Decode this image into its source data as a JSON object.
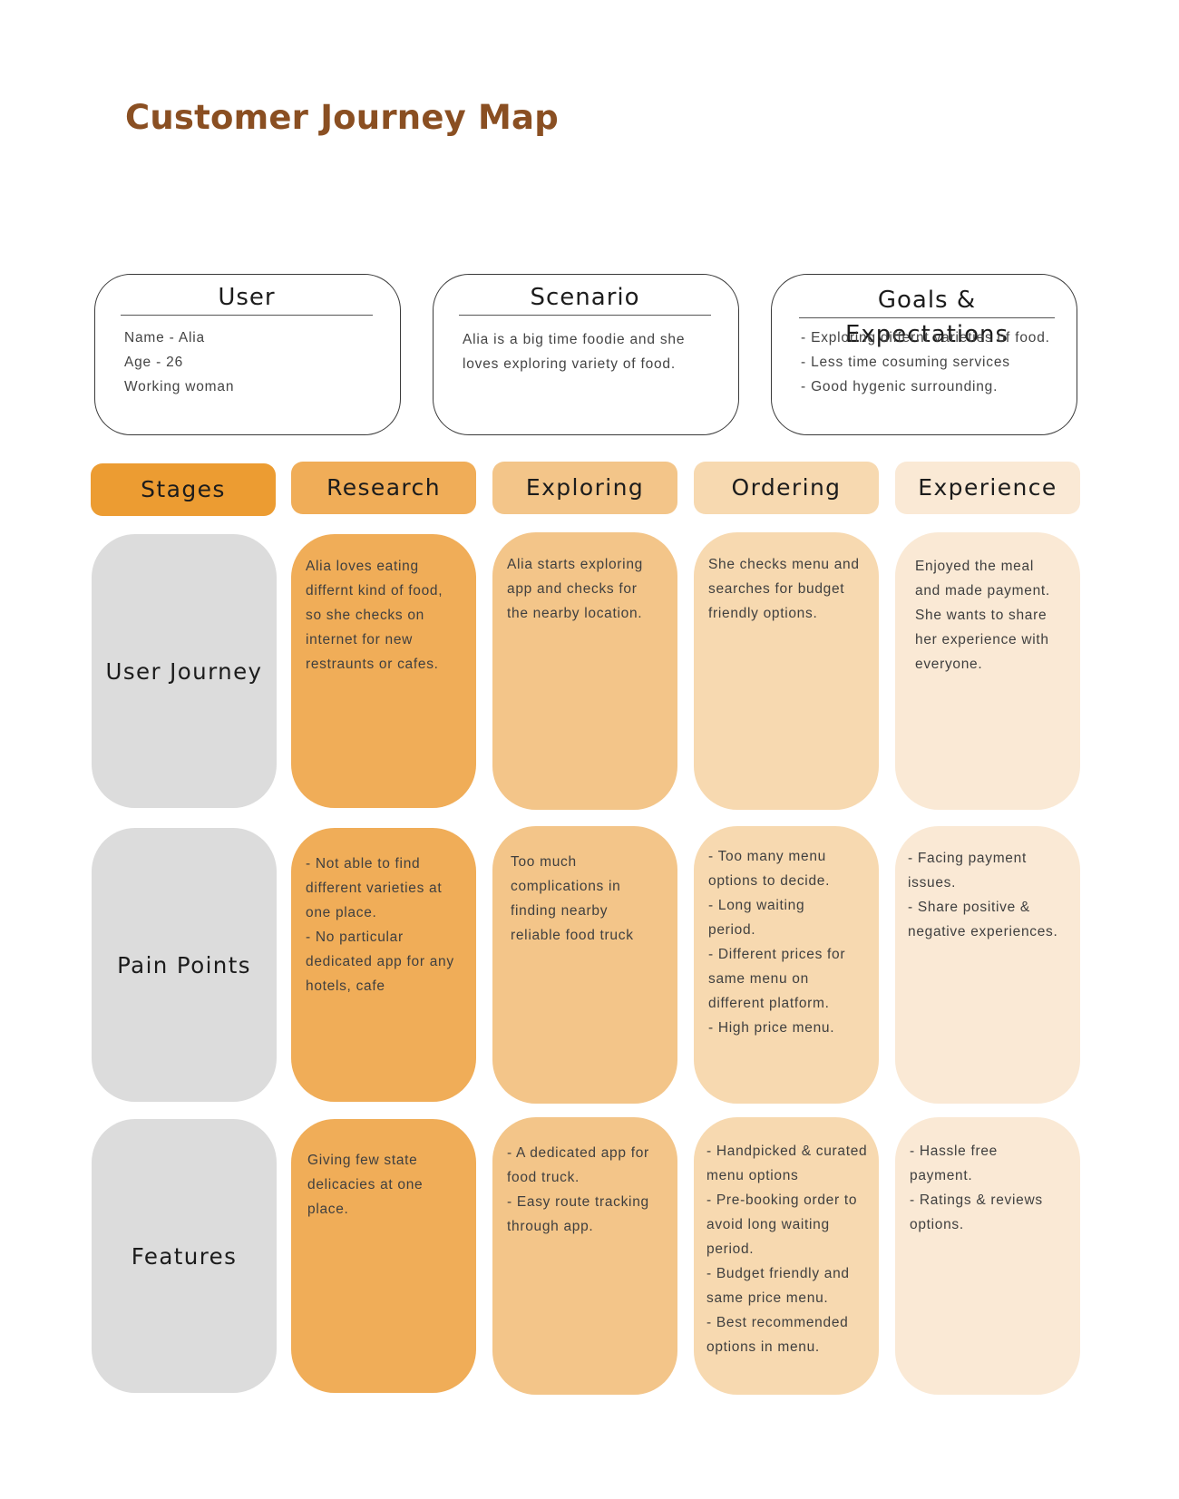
{
  "title": "Customer Journey Map",
  "colors": {
    "title": "#8a4f22",
    "stages_header": "#ec9c32",
    "research": "#f0ad58",
    "exploring": "#f3c589",
    "ordering": "#f7d9b0",
    "experience": "#fae9d5",
    "row_label": "#dcdcdc"
  },
  "cards": [
    {
      "title": "User",
      "lines": [
        "Name - Alia",
        "Age - 26",
        "Working woman"
      ]
    },
    {
      "title": "Scenario",
      "lines": [
        "Alia is a big time foodie and she",
        "loves exploring variety of food."
      ]
    },
    {
      "title": "Goals & Expectations",
      "lines": [
        "- Exploring differnt varieties of food.",
        "- Less time cosuming services",
        "- Good hygenic surrounding."
      ]
    }
  ],
  "stages": [
    "Stages",
    "Research",
    "Exploring",
    "Ordering",
    "Experience"
  ],
  "rows": [
    {
      "label": "User Journey",
      "cells": [
        [
          "Alia loves eating",
          "differnt kind of food,",
          "so she checks on",
          "internet for new",
          "restraunts or cafes."
        ],
        [
          "Alia starts  exploring",
          "app and checks for",
          "the nearby location."
        ],
        [
          "She checks menu and",
          "searches for budget",
          "friendly options."
        ],
        [
          "Enjoyed the meal",
          "and made payment.",
          "She wants to share",
          "her experience with",
          "everyone."
        ]
      ]
    },
    {
      "label": "Pain Points",
      "cells": [
        [
          "- Not able to find",
          "different varieties at",
          "one place.",
          "- No particular",
          "dedicated app for any",
          "hotels, cafe"
        ],
        [
          "Too much",
          "complications in",
          "finding nearby",
          "reliable food truck"
        ],
        [
          "- Too many menu",
          "options to decide.",
          "- Long waiting",
          "period.",
          "- Different prices for",
          "same menu on",
          "different platform.",
          "- High price menu."
        ],
        [
          "- Facing payment",
          "issues.",
          "- Share positive &",
          "negative experiences."
        ]
      ]
    },
    {
      "label": "Features",
      "cells": [
        [
          "Giving few state",
          "delicacies at one",
          "place."
        ],
        [
          "- A dedicated app for",
          "food truck.",
          "- Easy route tracking",
          "through app."
        ],
        [
          "- Handpicked & curated",
          "menu options",
          "- Pre-booking order to",
          "avoid long waiting",
          "period.",
          "- Budget friendly and",
          "same price menu.",
          "- Best recommended",
          "options in menu."
        ],
        [
          "- Hassle free",
          "payment.",
          "- Ratings & reviews",
          "options."
        ]
      ]
    }
  ]
}
